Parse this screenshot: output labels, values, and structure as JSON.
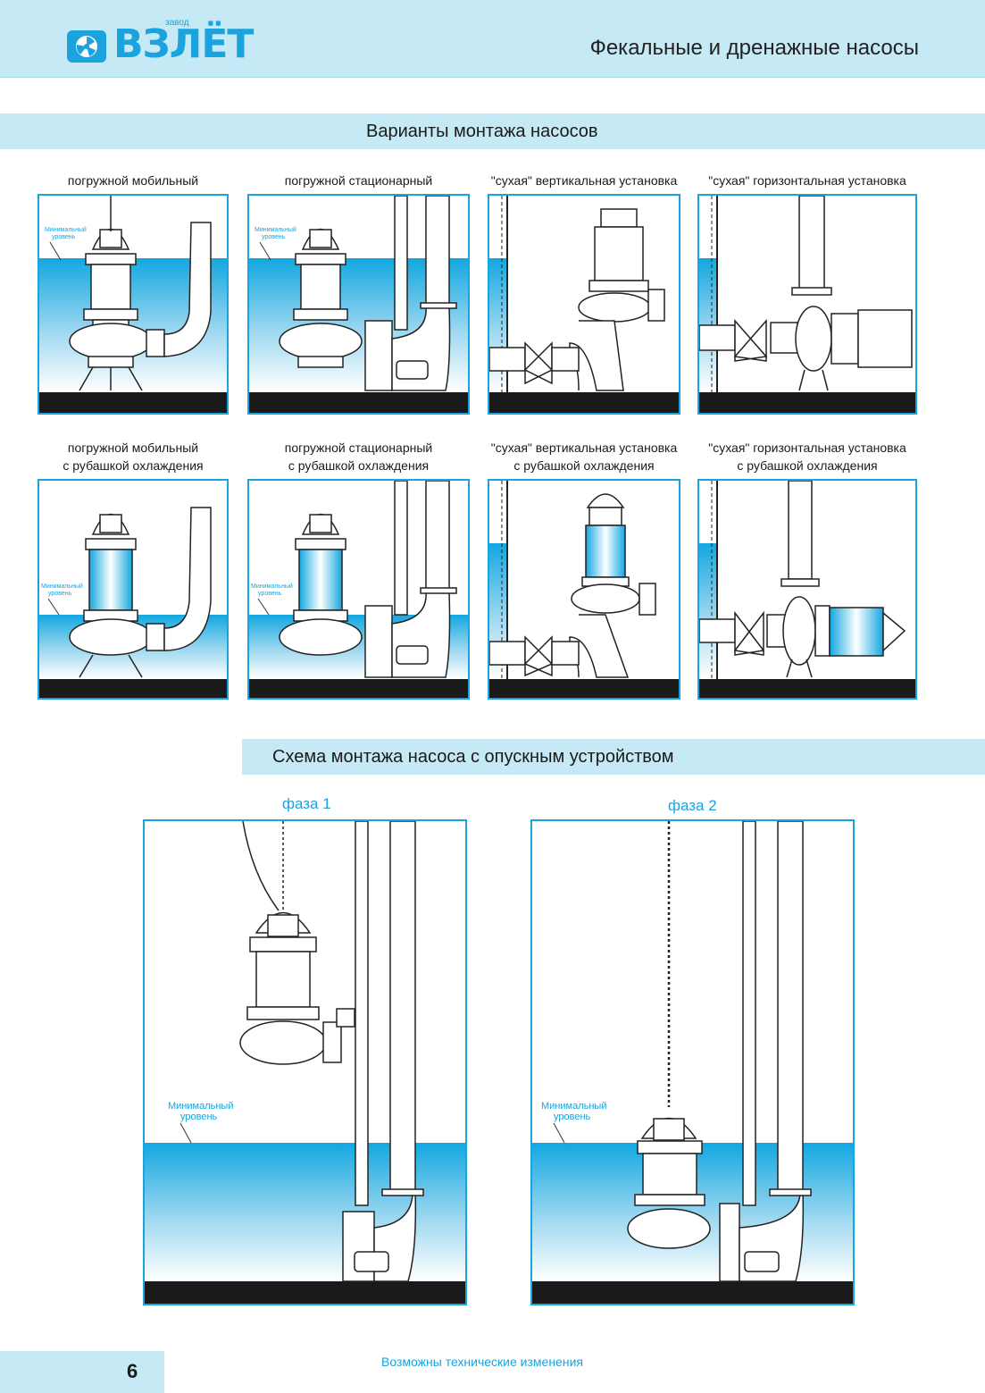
{
  "header": {
    "logo_small": "завод",
    "logo_main": "ВЗЛЁТ",
    "title": "Фекальные и дренажные насосы"
  },
  "section1": {
    "title": "Варианты монтажа насосов",
    "row1": [
      {
        "caption": "погружной мобильный"
      },
      {
        "caption": "погружной стационарный"
      },
      {
        "caption": "\"сухая\" вертикальная установка"
      },
      {
        "caption": "\"сухая\" горизонтальная установка"
      }
    ],
    "row2": [
      {
        "caption_line1": "погружной мобильный",
        "caption_line2": "с рубашкой охлаждения"
      },
      {
        "caption_line1": "погружной стационарный",
        "caption_line2": "с рубашкой охлаждения"
      },
      {
        "caption_line1": "\"сухая\" вертикальная установка",
        "caption_line2": "с рубашкой охлаждения"
      },
      {
        "caption_line1": "\"сухая\" горизонтальная установка",
        "caption_line2": "с рубашкой охлаждения"
      }
    ],
    "min_level_line1": "Минимальный",
    "min_level_line2": "уровень"
  },
  "section2": {
    "title": "Схема монтажа насоса с опускным устройством",
    "phase1": "фаза 1",
    "phase2": "фаза 2",
    "min_level_line1": "Минимальный",
    "min_level_line2": "уровень"
  },
  "footer": {
    "page_number": "6",
    "note": "Возможны технические изменения"
  },
  "colors": {
    "accent": "#1aa3dc",
    "band": "#c6e9f6",
    "water_top": "#1aa3dc",
    "floor": "#1a1a1a"
  }
}
